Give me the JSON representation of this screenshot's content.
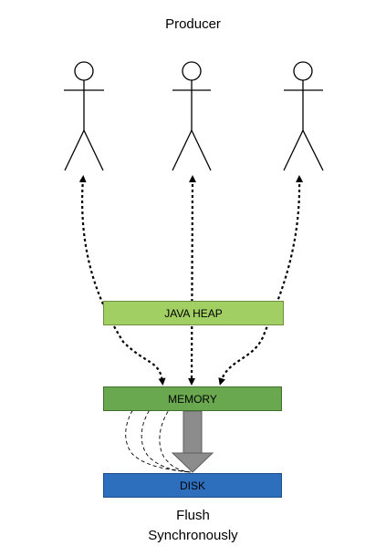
{
  "title": "Producer",
  "boxes": {
    "java_heap": "JAVA HEAP",
    "memory": "MEMORY",
    "disk": "DISK"
  },
  "caption": {
    "line1": "Flush",
    "line2": "Synchronously"
  },
  "colors": {
    "java_heap": "#a2cf64",
    "memory": "#6aa84f",
    "disk": "#2e6fbd",
    "flush_arrow": "#8c8c8c"
  }
}
